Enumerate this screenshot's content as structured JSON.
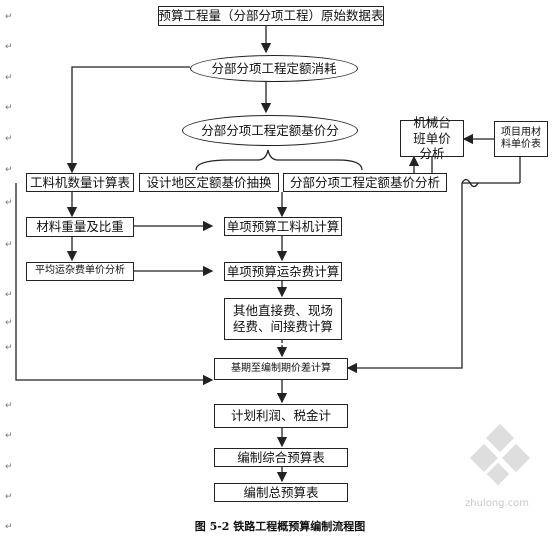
{
  "nodes": {
    "original_data": "预算工程量（分部分项工程）原始数据表",
    "quota_consumption": "分部分项工程定额消耗",
    "quota_base_price": "分部分项工程定额基价分",
    "machine_shift_price": "机械台班单价分析",
    "material_price": "项目用材料单价表",
    "labor_quantity": "工料机数量计算表",
    "design_area_sampling": "设计地区定额基价抽换",
    "quota_base_analysis": "分部分项工程定额基价分析",
    "material_weight": "材料重量及比重",
    "unit_labor_calc": "单项预算工料机计算",
    "avg_transport_analysis": "平均运杂费单价分析",
    "unit_transport_calc": "单项预算运杂费计算",
    "other_fees_calc": "其他直接费、现场经费、间接费计算",
    "base_to_compile_diff": "基期至编制期价差计算",
    "profit_tax": "计划利润、税金计",
    "comprehensive_budget": "编制综合预算表",
    "total_budget": "编制总预算表"
  },
  "caption": "图 5-2   铁路工程概预算编制流程图",
  "watermark": "zhulong.com",
  "paragraph_mark": "↵",
  "colors": {
    "stroke": "#222222",
    "watermark": "#c9c9c9"
  }
}
